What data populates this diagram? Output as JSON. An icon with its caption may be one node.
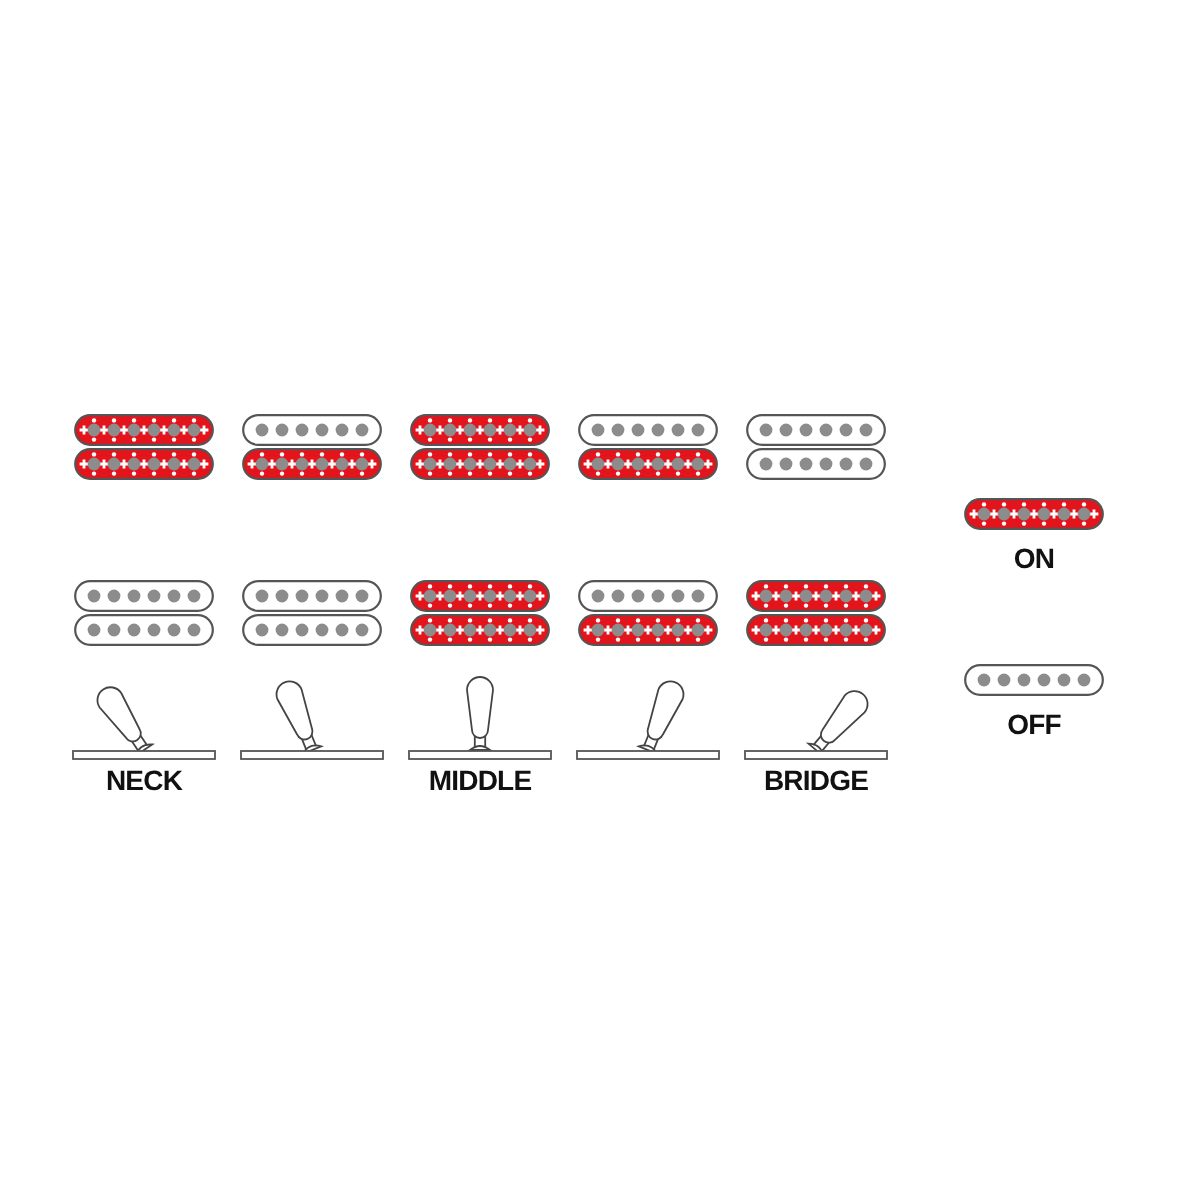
{
  "diagram": {
    "labels": [
      "NECK",
      "MIDDLE",
      "BRIDGE"
    ],
    "legend": [
      {
        "text": "ON",
        "color": "#e3141c"
      },
      {
        "text": "OFF"
      }
    ]
  }
}
